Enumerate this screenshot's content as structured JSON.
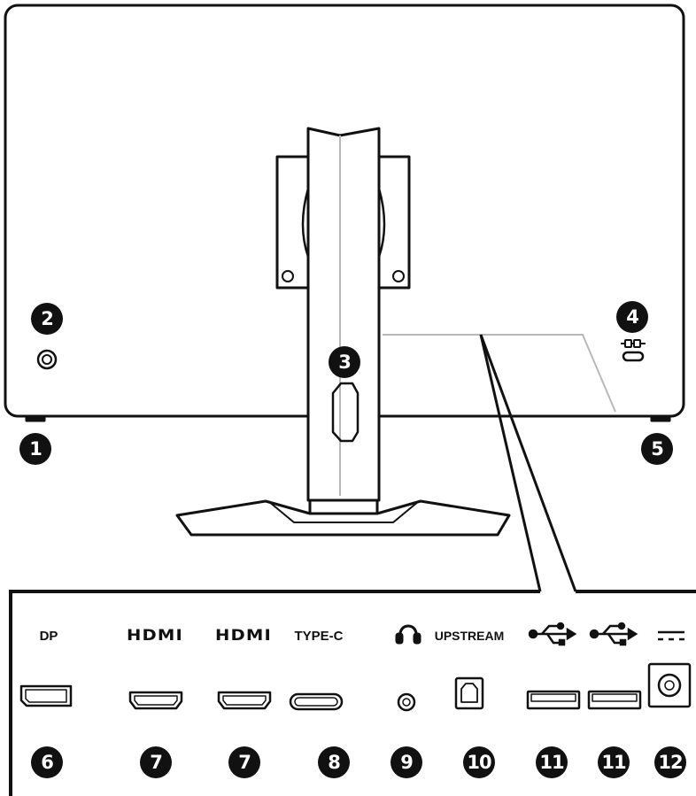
{
  "callouts": {
    "c1": "1",
    "c2": "2",
    "c3": "3",
    "c4": "4",
    "c5": "5",
    "c6": "6",
    "c7a": "7",
    "c7b": "7",
    "c8": "8",
    "c9": "9",
    "c10": "10",
    "c11a": "11",
    "c11b": "11",
    "c12": "12"
  },
  "port_labels": {
    "dp": "DP",
    "hdmi1": "HDMI",
    "hdmi2": "HDMI",
    "typec": "TYPE-C",
    "upstream": "UPSTREAM"
  },
  "icons": {
    "headphone": "headphone-icon",
    "usb": "usb-icon",
    "dc_power": "dc-power-icon",
    "kensington_lock": "kensington-lock-icon"
  },
  "colors": {
    "line": "#111111",
    "leader": "#b8b8b8",
    "callout_bg": "#111111",
    "callout_text": "#ffffff"
  }
}
